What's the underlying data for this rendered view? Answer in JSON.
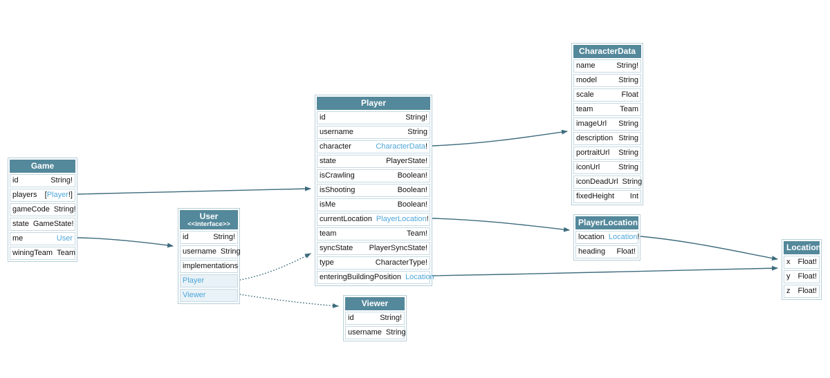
{
  "colors": {
    "node_header": "#54889b",
    "type_link": "#4da6d9",
    "edge": "#3d6b7d",
    "row_border": "#c5d9e2",
    "implementation_row_bg": "#e9f2f7"
  },
  "nodes": [
    {
      "title": "Game",
      "fields": [
        {
          "name": "id",
          "core": "String!"
        },
        {
          "name": "players",
          "pre": "[",
          "core": "Player",
          "suf": "!]",
          "link": true
        },
        {
          "name": "gameCode",
          "core": "String!"
        },
        {
          "name": "state",
          "core": "GameState!"
        },
        {
          "name": "me",
          "core": "User",
          "link": true
        },
        {
          "name": "winingTeam",
          "core": "Team"
        }
      ]
    },
    {
      "title": "User",
      "stereotype": "<<interface>>",
      "fields": [
        {
          "name": "id",
          "core": "String!"
        },
        {
          "name": "username",
          "core": "String"
        },
        {
          "name": "implementations",
          "section": true
        },
        {
          "name": "Player",
          "impl": true
        },
        {
          "name": "Viewer",
          "impl": true
        }
      ]
    },
    {
      "title": "Player",
      "fields": [
        {
          "name": "id",
          "core": "String!"
        },
        {
          "name": "username",
          "core": "String"
        },
        {
          "name": "character",
          "core": "CharacterData",
          "suf": "!",
          "link": true
        },
        {
          "name": "state",
          "core": "PlayerState!"
        },
        {
          "name": "isCrawling",
          "core": "Boolean!"
        },
        {
          "name": "isShooting",
          "core": "Boolean!"
        },
        {
          "name": "isMe",
          "core": "Boolean!"
        },
        {
          "name": "currentLocation",
          "core": "PlayerLocation",
          "suf": "!",
          "link": true
        },
        {
          "name": "team",
          "core": "Team!"
        },
        {
          "name": "syncState",
          "core": "PlayerSyncState!"
        },
        {
          "name": "type",
          "core": "CharacterType!"
        },
        {
          "name": "enteringBuildingPosition",
          "core": "Location",
          "link": true
        }
      ]
    },
    {
      "title": "Viewer",
      "fields": [
        {
          "name": "id",
          "core": "String!"
        },
        {
          "name": "username",
          "core": "String"
        }
      ]
    },
    {
      "title": "CharacterData",
      "fields": [
        {
          "name": "name",
          "core": "String!"
        },
        {
          "name": "model",
          "core": "String"
        },
        {
          "name": "scale",
          "core": "Float"
        },
        {
          "name": "team",
          "core": "Team"
        },
        {
          "name": "imageUrl",
          "core": "String"
        },
        {
          "name": "description",
          "core": "String"
        },
        {
          "name": "portraitUrl",
          "core": "String"
        },
        {
          "name": "iconUrl",
          "core": "String"
        },
        {
          "name": "iconDeadUrl",
          "core": "String"
        },
        {
          "name": "fixedHeight",
          "core": "Int"
        }
      ]
    },
    {
      "title": "PlayerLocation",
      "fields": [
        {
          "name": "location",
          "core": "Location",
          "suf": "!",
          "link": true
        },
        {
          "name": "heading",
          "core": "Float!"
        }
      ]
    },
    {
      "title": "Location",
      "fields": [
        {
          "name": "x",
          "core": "Float!"
        },
        {
          "name": "y",
          "core": "Float!"
        },
        {
          "name": "z",
          "core": "Float!"
        }
      ]
    }
  ],
  "edges": [
    {
      "name": "game-players-to-player",
      "style": "solid"
    },
    {
      "name": "game-me-to-user",
      "style": "solid"
    },
    {
      "name": "player-character-to-characterdata",
      "style": "solid"
    },
    {
      "name": "player-currentlocation-to-playerlocation",
      "style": "solid"
    },
    {
      "name": "player-enteringbuildingposition-to-location",
      "style": "solid"
    },
    {
      "name": "playerlocation-location-to-location",
      "style": "solid"
    },
    {
      "name": "user-player-implementation",
      "style": "dotted"
    },
    {
      "name": "user-viewer-implementation",
      "style": "dotted"
    }
  ]
}
